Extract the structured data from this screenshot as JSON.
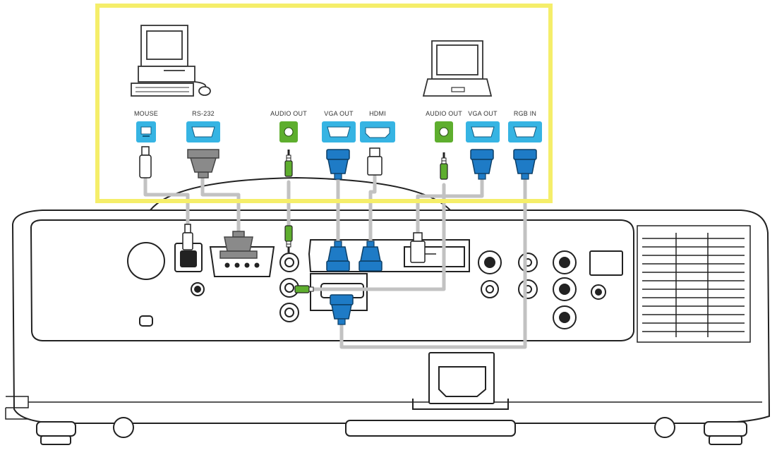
{
  "labels": {
    "mouse": "MOUSE",
    "rs232": "RS-232",
    "audio_out_pc": "AUDIO OUT",
    "vga_out_pc": "VGA OUT",
    "hdmi": "HDMI",
    "audio_out_laptop": "AUDIO OUT",
    "vga_out_laptop": "VGA OUT",
    "rgb_in": "RGB IN"
  },
  "colors": {
    "highlight_border": "#f5ee6a",
    "vga_blue": "#1e7bc6",
    "port_cyan": "#36b4e3",
    "audio_green": "#5eae2e",
    "rs232_gray": "#8a8a8a",
    "cable_gray": "#c2c2c2",
    "outline": "#222222"
  },
  "icons": [
    "desktop-computer-icon",
    "laptop-computer-icon"
  ]
}
